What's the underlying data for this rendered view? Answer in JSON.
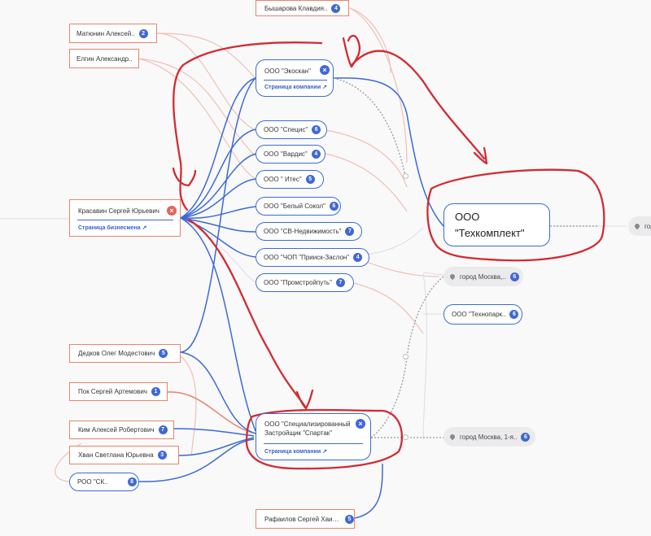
{
  "persons": {
    "bysharova": {
      "label": "Бышарова Клавдия..",
      "count": "4"
    },
    "matyunin": {
      "label": "Матюнин Алексей..",
      "count": "2"
    },
    "elgin": {
      "label": "Елгин Александр.."
    },
    "krasavin": {
      "label": "Красавин Сергей Юрьевич",
      "link": "Страница бизнесмена ↗"
    },
    "dedkov": {
      "label": "Дедков Олег Модестович",
      "count": "5"
    },
    "pok": {
      "label": "Пок Сергей Артемович",
      "count": "1"
    },
    "kim": {
      "label": "Ким Алексей Робертович",
      "count": "7"
    },
    "hvan": {
      "label": "Хван Светлана Юрьевна",
      "count": "3"
    },
    "rafailov": {
      "label": "Рафаилов Сергей Хаимович",
      "count": "5"
    }
  },
  "companies": {
    "ekoskan": {
      "label": "ООО \"Экоскан\"",
      "link": "Страница компании ↗"
    },
    "specis": {
      "label": "ООО \"Специс\"",
      "count": "6"
    },
    "vardis": {
      "label": "ООО \"Вардис\"",
      "count": "4"
    },
    "ites": {
      "label": "ООО \" Итес\"",
      "count": "5"
    },
    "belyi": {
      "label": "ООО \"Белый Сокол\"",
      "count": "6"
    },
    "sv": {
      "label": "ООО \"СВ-Недвижимость\"",
      "count": "7"
    },
    "chop": {
      "label": "ООО \"ЧОП \"Прииск-Заслон\"",
      "count": "4"
    },
    "promstroy": {
      "label": "ООО \"Промстройпуть\"",
      "count": "7"
    },
    "tehkompl_1": "ООО",
    "tehkompl_2": "\"Техкомплект\"",
    "tehnopark": {
      "label": "ООО \"Технопарк..",
      "count": "6"
    },
    "spartak_1": "ООО \"Специализированный",
    "spartak_2": "Застройщик \"Спартак\"",
    "spartak_link": "Страница компании ↗",
    "roo": {
      "label": "РОО \"СК..",
      "count": "8"
    }
  },
  "locations": {
    "moscow1": {
      "label": "город Москва,..",
      "count": "6"
    },
    "moscow2": {
      "label": "город Москва, 1-я..",
      "count": "6"
    },
    "gor": {
      "label": "гор"
    }
  },
  "colors": {
    "person_border": "#e8836b",
    "company_border": "#3a6ad8",
    "badge": "#3f67d9",
    "annotation": "#d42a30",
    "edge_person": "#f0b8aa"
  }
}
